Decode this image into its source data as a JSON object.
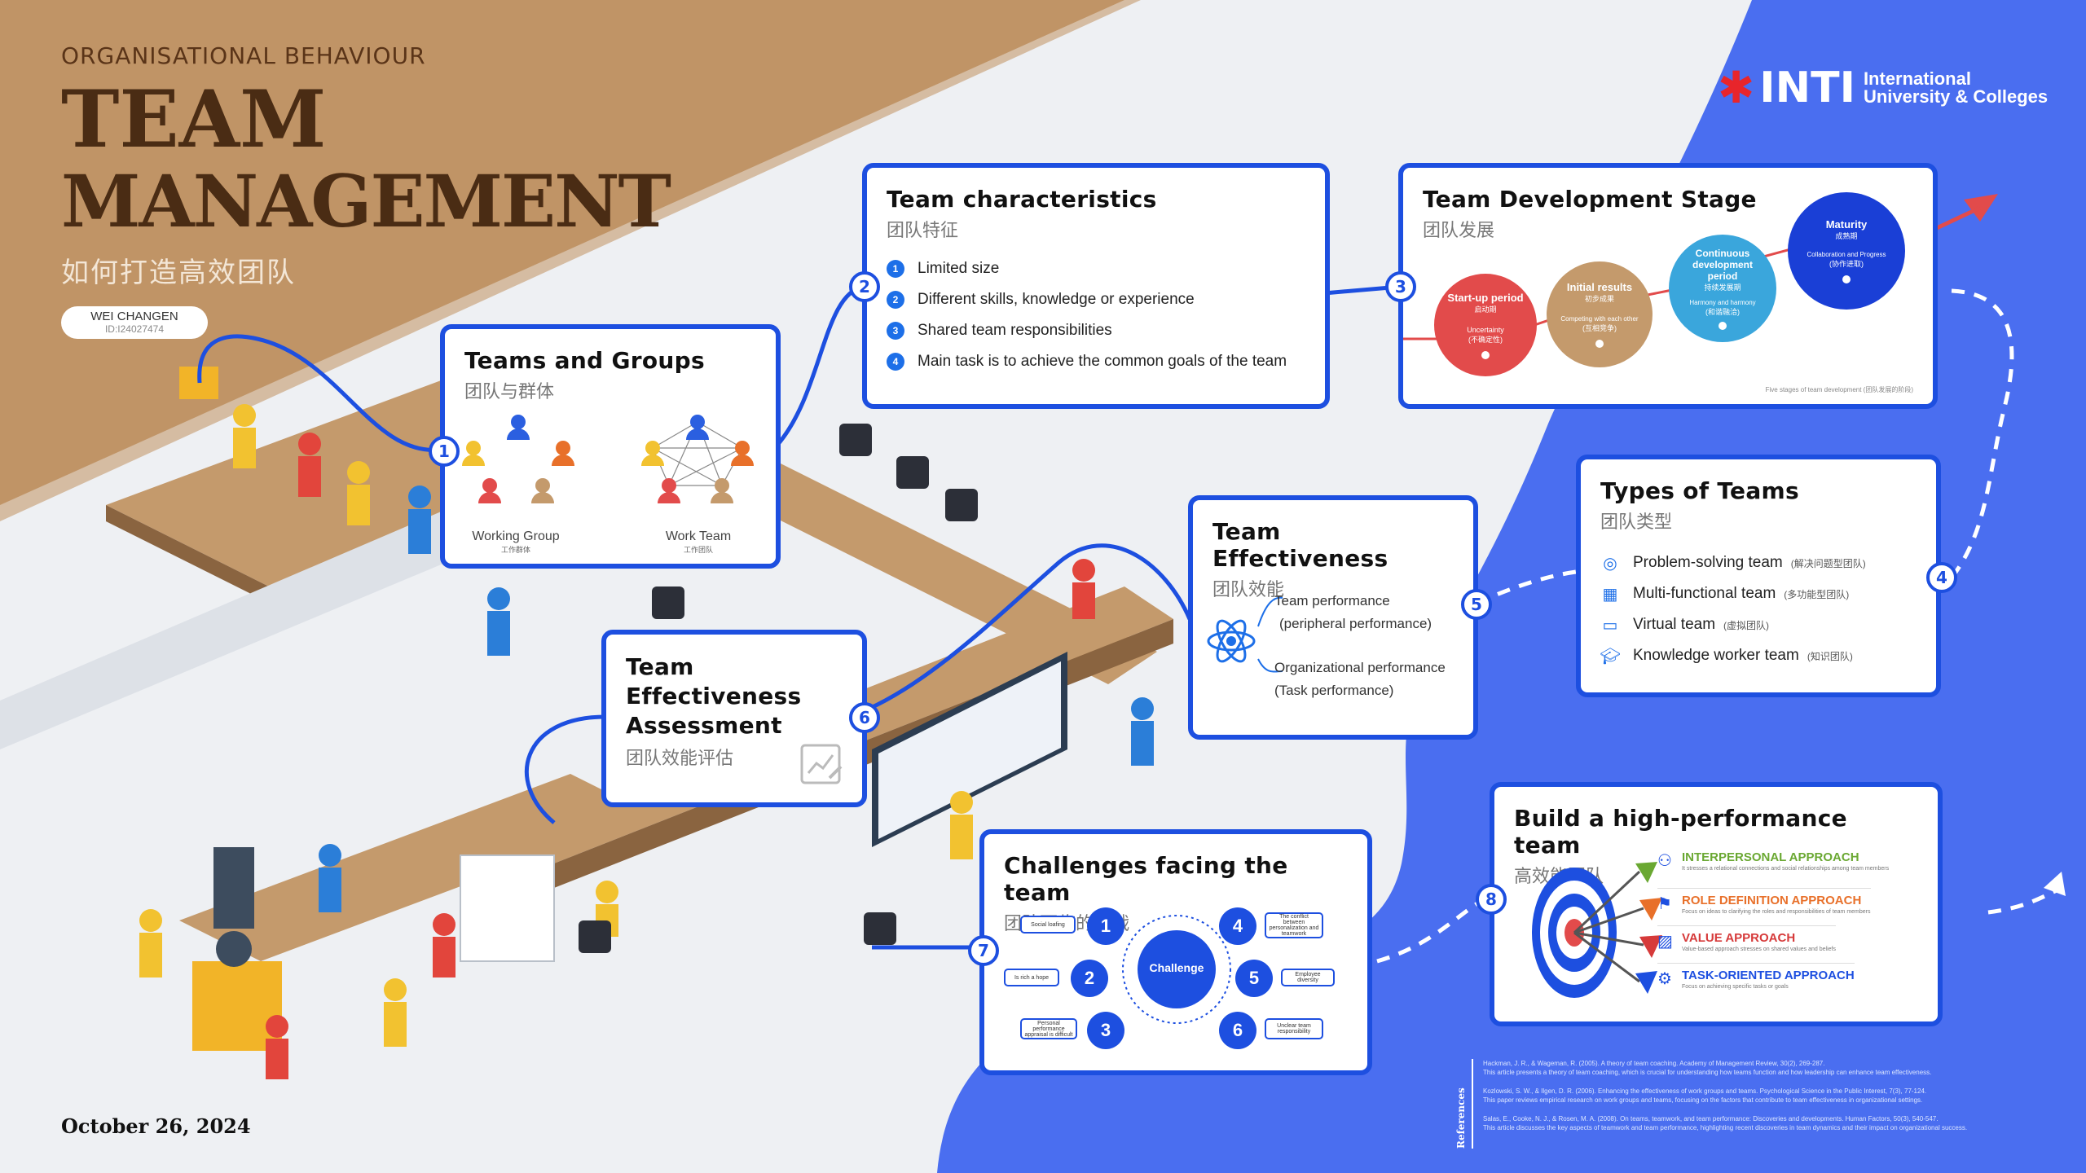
{
  "header": {
    "kicker": "ORGANISATIONAL BEHAVIOUR",
    "title_line1": "TEAM",
    "title_line2": "MANAGEMENT",
    "subtitle_cn": "如何打造高效团队",
    "author_name": "WEI CHANGEN",
    "author_id": "ID:I24027474",
    "date": "October 26, 2024"
  },
  "logo": {
    "brand": "INTI",
    "line1": "International",
    "line2": "University & Colleges"
  },
  "colors": {
    "accent": "#1d4fe0",
    "brown": "#c49a6c",
    "dark_brown": "#4a2c14",
    "red": "#e24b4b",
    "tan": "#c49a6c",
    "light_blue": "#3aa6dc",
    "deep_blue": "#1a3fd6"
  },
  "teams_groups": {
    "num": "1",
    "title": "Teams and Groups",
    "subtitle": "团队与群体",
    "working_group": "Working Group",
    "working_group_cn": "工作群体",
    "work_team": "Work Team",
    "work_team_cn": "工作团队"
  },
  "characteristics": {
    "num": "2",
    "title": "Team characteristics",
    "subtitle": "团队特征",
    "items": [
      {
        "n": "1",
        "text": "Limited size"
      },
      {
        "n": "2",
        "text": "Different skills, knowledge or experience"
      },
      {
        "n": "3",
        "text": "Shared team responsibilities"
      },
      {
        "n": "4",
        "text": "Main task is to achieve the common goals of the team"
      }
    ]
  },
  "development": {
    "num": "3",
    "title": "Team Development Stage",
    "subtitle": "团队发展",
    "stages": [
      {
        "title": "Start-up period",
        "cn": "启动期",
        "note": "Uncertainty",
        "note_cn": "(不确定性)"
      },
      {
        "title": "Initial results",
        "cn": "初步成果",
        "note": "Competing with each other",
        "note_cn": "(互相竞争)"
      },
      {
        "title": "Continuous development period",
        "cn": "持续发展期",
        "note": "Harmony and harmony",
        "note_cn": "(和谐融洽)"
      },
      {
        "title": "Maturity",
        "cn": "成熟期",
        "note": "Collaboration and Progress",
        "note_cn": "(协作进取)"
      }
    ],
    "footnote": "Five stages of team development  (团队发展的阶段)"
  },
  "types": {
    "num": "4",
    "title": "Types of Teams",
    "subtitle": "团队类型",
    "items": [
      {
        "icon": "target-icon",
        "text": "Problem-solving team",
        "cn": "(解决问题型团队)"
      },
      {
        "icon": "grid-icon",
        "text": "Multi-functional team",
        "cn": "(多功能型团队)"
      },
      {
        "icon": "monitor-icon",
        "text": "Virtual team",
        "cn": "(虚拟团队)"
      },
      {
        "icon": "graduation-cap-icon",
        "text": "Knowledge worker team",
        "cn": "(知识团队)"
      }
    ]
  },
  "effectiveness": {
    "num": "5",
    "title": "Team Effectiveness",
    "subtitle": "团队效能",
    "item1_line1": "Team performance",
    "item1_line2": "(peripheral performance)",
    "item2_line1": "Organizational performance",
    "item2_line2": "(Task performance)"
  },
  "assessment": {
    "num": "6",
    "title_line1": "Team",
    "title_line2": "Effectiveness",
    "title_line3": "Assessment",
    "subtitle": "团队效能评估"
  },
  "challenges": {
    "num": "7",
    "title": "Challenges facing the team",
    "subtitle": "团队面临的挑战",
    "center": "Challenge",
    "items": [
      {
        "n": "1",
        "text": "Social loafing"
      },
      {
        "n": "2",
        "text": "Is rich a hope"
      },
      {
        "n": "3",
        "text": "Personal performance appraisal is difficult"
      },
      {
        "n": "4",
        "text": "The conflict between personalization and teamwork"
      },
      {
        "n": "5",
        "text": "Employee diversity"
      },
      {
        "n": "6",
        "text": "Unclear team responsibility"
      }
    ]
  },
  "high_performance": {
    "num": "8",
    "title": "Build a high-performance team",
    "subtitle": "高效能团队",
    "approaches": [
      {
        "title": "INTERPERSONAL APPROACH",
        "color": "#6aa832",
        "sub": "It stresses a relational connections and social relationships among team members"
      },
      {
        "title": "ROLE DEFINITION APPROACH",
        "color": "#e8702a",
        "sub": "Focus on ideas to clarifying the roles and responsibilities of team members"
      },
      {
        "title": "VALUE APPROACH",
        "color": "#d63a3a",
        "sub": "Value-based approach stresses on shared values and beliefs"
      },
      {
        "title": "TASK-ORIENTED APPROACH",
        "color": "#1d4fe0",
        "sub": "Focus on achieving specific tasks or goals"
      }
    ]
  },
  "references": {
    "label": "References",
    "items": [
      {
        "line1": "Hackman, J. R., & Wageman, R. (2005). A theory of team coaching. Academy of Management Review, 30(2), 269-287.",
        "line2": "This article presents a theory of team coaching, which is crucial for understanding how teams function and how leadership can enhance team effectiveness."
      },
      {
        "line1": "Kozlowski, S. W., & Ilgen, D. R. (2006). Enhancing the effectiveness of work groups and teams. Psychological Science in the Public Interest, 7(3), 77-124.",
        "line2": "This paper reviews empirical research on work groups and teams, focusing on the factors that contribute to team effectiveness in organizational settings."
      },
      {
        "line1": "Salas, E., Cooke, N. J., & Rosen, M. A. (2008). On teams, teamwork, and team performance: Discoveries and developments. Human Factors, 50(3), 540-547.",
        "line2": "This article discusses the key aspects of teamwork and team performance, highlighting recent discoveries in team dynamics and their impact on organizational success."
      }
    ]
  }
}
